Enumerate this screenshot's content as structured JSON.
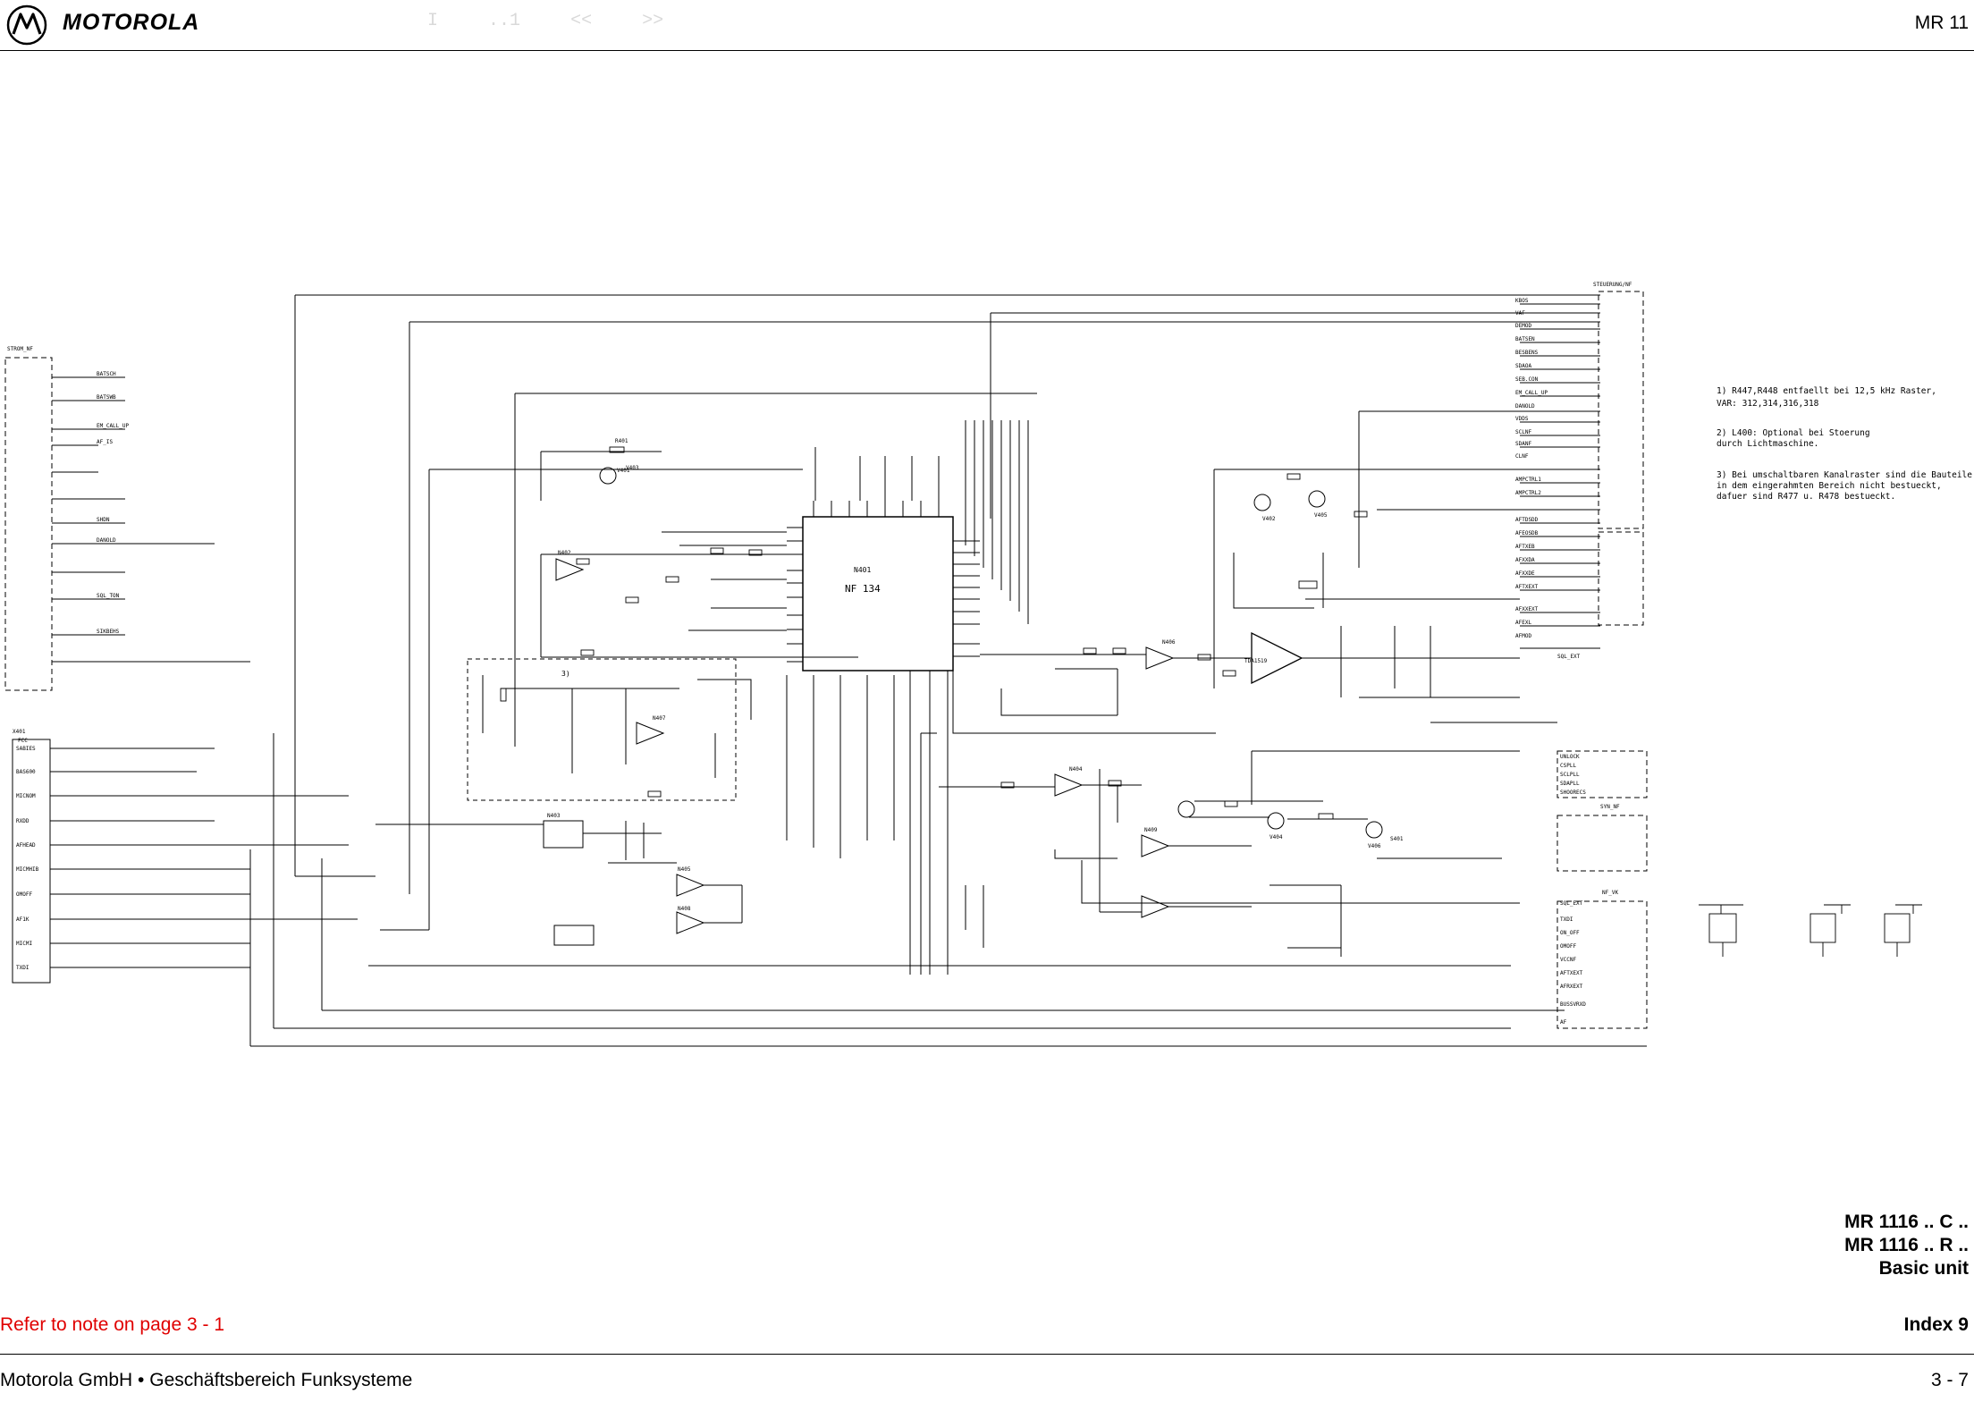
{
  "header": {
    "brand": "MOTOROLA",
    "logo_icon": "motorola-batwing-logo",
    "nav": {
      "first": "I",
      "prev_page": "..1",
      "prev": "<<",
      "next": ">>"
    },
    "doc_id": "MR 11"
  },
  "schematic": {
    "connectors": {
      "strom_nf": "STROM_NF",
      "steuerung_nf": "STEUERUNG/NF",
      "syn_nf": "SYN_NF",
      "nf_vk": "NF_VK",
      "x401": "X401",
      "fcc": "FCC"
    },
    "left_signals": [
      "BATSCH",
      "BATSWB",
      "EM_CALL_UP",
      "AF_IS",
      "SHDN",
      "DANOLD",
      "SQL_TON",
      "SIKBEHS"
    ],
    "x401_pins": [
      "SABIES",
      "BAS600",
      "MICNOM",
      "RXDD",
      "AFHEAD",
      "MICMHIB",
      "OMOFF",
      "AF1K",
      "MICMI",
      "TXDI"
    ],
    "steuerung_signals": [
      "KBOS",
      "VAF",
      "DEMOD",
      "BATSEN",
      "BESBENS",
      "SDAOA",
      "SEB.CON",
      "EM_CALL_UP",
      "DANOLD",
      "VDDS",
      "SCLNF",
      "SDANF",
      "CLNF",
      "AMPCTRL1",
      "AMPCTRL2",
      "AFTDSDD",
      "AFEOSDB",
      "AFTXEB",
      "AFXXDA",
      "AFXXDE",
      "AFTXEXT",
      "AFXXEXT",
      "AFEXL",
      "AFMOD",
      "SQL_EXT"
    ],
    "syn_signals": [
      "UNLOCK",
      "CSPLL",
      "SCLPLL",
      "SDAPLL",
      "SHOORECS"
    ],
    "vk_signals": [
      "SQL_EXT",
      "TXDI",
      "ON_OFF",
      "OMOFF",
      "VCCNF",
      "AFTXEXT",
      "AFRXEXT",
      "BUSSVRXD",
      "AF"
    ],
    "main_ic_ref": "N401",
    "main_ic_type": "NF 134",
    "components": [
      "R401",
      "V403",
      "N402",
      "N403",
      "N404",
      "N405",
      "N406",
      "N407",
      "N408",
      "N409",
      "V401",
      "V402",
      "V404",
      "V405",
      "V406",
      "S401",
      "TDA1519"
    ],
    "notes": [
      {
        "lines": [
          "1) R447,R448 entfaellt bei 12,5 kHz Raster,",
          "   VAR: 312,314,316,318"
        ]
      },
      {
        "lines": [
          "2) L400: Optional bei Stoerung",
          "          durch Lichtmaschine."
        ]
      },
      {
        "lines": [
          "3) Bei umschaltbaren Kanalraster sind die Bauteile",
          "   in dem eingerahmten Bereich nicht bestueckt,",
          "   dafuer sind R477 u. R478 bestueckt."
        ]
      }
    ],
    "boxed_region_note": "3)"
  },
  "title_lines": [
    "MR 1116 .. C ..",
    "MR 1116 .. R ..",
    "Basic unit"
  ],
  "reference_note": "Refer to note on page 3 - 1",
  "index": "Index 9",
  "footer": {
    "company": "Motorola GmbH • Geschäftsbereich Funksysteme",
    "page": "3 - 7"
  }
}
